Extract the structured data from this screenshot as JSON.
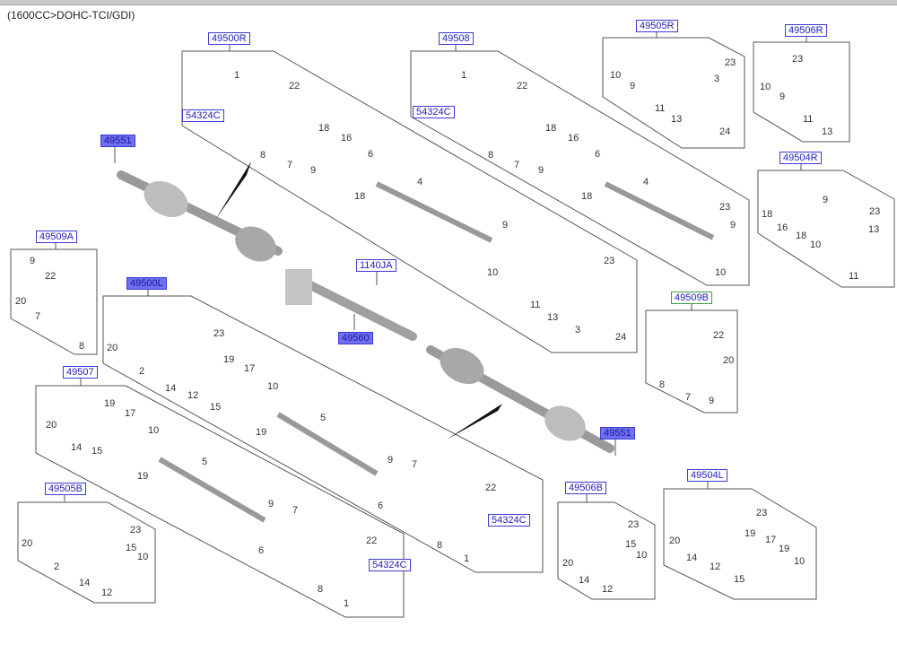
{
  "header": {
    "title": "(1600CC>DOHC-TCI/GDI)"
  },
  "colors": {
    "callout_border": "#3b3bd6",
    "callout_text": "#2020c0",
    "callout_selected_fill": "#6f6ff0",
    "callout_green_border": "#3fa03f",
    "line": "#555555"
  },
  "callouts": [
    {
      "id": "49500R",
      "state": "normal"
    },
    {
      "id": "54324C",
      "state": "normal"
    },
    {
      "id": "49508",
      "state": "normal"
    },
    {
      "id": "54324C",
      "state": "normal"
    },
    {
      "id": "49505R",
      "state": "normal"
    },
    {
      "id": "49506R",
      "state": "normal"
    },
    {
      "id": "49504R",
      "state": "normal"
    },
    {
      "id": "49551",
      "state": "selected"
    },
    {
      "id": "49509A",
      "state": "normal"
    },
    {
      "id": "1140JA",
      "state": "normal"
    },
    {
      "id": "49560",
      "state": "selected"
    },
    {
      "id": "49500L",
      "state": "selected"
    },
    {
      "id": "49509B",
      "state": "green"
    },
    {
      "id": "49507",
      "state": "normal"
    },
    {
      "id": "49551",
      "state": "selected"
    },
    {
      "id": "54324C",
      "state": "normal"
    },
    {
      "id": "49505B",
      "state": "normal"
    },
    {
      "id": "54324C",
      "state": "normal"
    },
    {
      "id": "49506B",
      "state": "normal"
    },
    {
      "id": "49504L",
      "state": "normal"
    }
  ],
  "part_numbers": [
    "1",
    "22",
    "8",
    "7",
    "9",
    "18",
    "16",
    "6",
    "18",
    "4",
    "9",
    "10",
    "23",
    "11",
    "13",
    "3",
    "24",
    "1",
    "22",
    "8",
    "7",
    "9",
    "18",
    "16",
    "6",
    "18",
    "4",
    "23",
    "9",
    "10",
    "10",
    "9",
    "11",
    "23",
    "3",
    "13",
    "24",
    "10",
    "9",
    "23",
    "11",
    "13",
    "18",
    "16",
    "18",
    "10",
    "9",
    "23",
    "13",
    "11",
    "9",
    "22",
    "20",
    "7",
    "8",
    "20",
    "2",
    "23",
    "14",
    "12",
    "19",
    "15",
    "17",
    "10",
    "19",
    "5",
    "9",
    "7",
    "6",
    "22",
    "8",
    "1",
    "22",
    "8",
    "7",
    "9",
    "20",
    "20",
    "14",
    "19",
    "15",
    "17",
    "10",
    "19",
    "5",
    "9",
    "7",
    "6",
    "22",
    "8",
    "1",
    "20",
    "2",
    "23",
    "14",
    "15",
    "10",
    "12",
    "23",
    "20",
    "14",
    "15",
    "10",
    "12",
    "23",
    "20",
    "14",
    "12",
    "19",
    "15",
    "17",
    "19",
    "10"
  ]
}
